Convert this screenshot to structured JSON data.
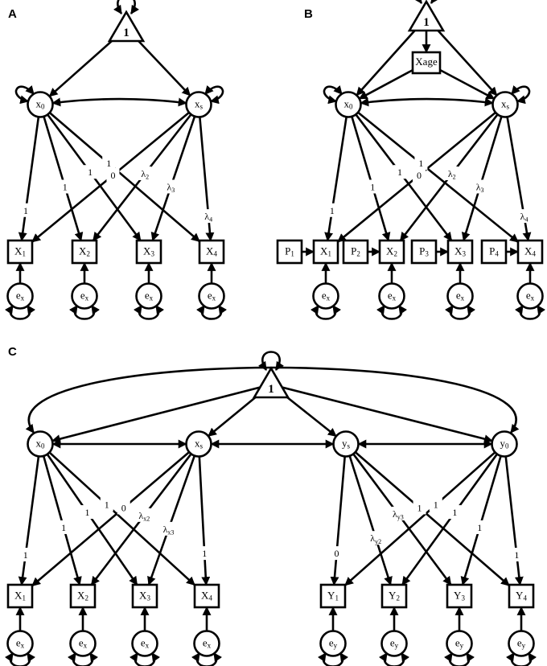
{
  "panels": {
    "a": "A",
    "b": "B",
    "c": "C"
  },
  "nodes": {
    "one": "1",
    "x0": {
      "base": "x",
      "sub": "0"
    },
    "xs": {
      "base": "x",
      "sub": "s"
    },
    "ys": {
      "base": "y",
      "sub": "s"
    },
    "y0": {
      "base": "y",
      "sub": "0"
    },
    "xage": "Xage",
    "X": [
      {
        "base": "X",
        "sub": "1"
      },
      {
        "base": "X",
        "sub": "2"
      },
      {
        "base": "X",
        "sub": "3"
      },
      {
        "base": "X",
        "sub": "4"
      }
    ],
    "Y": [
      {
        "base": "Y",
        "sub": "1"
      },
      {
        "base": "Y",
        "sub": "2"
      },
      {
        "base": "Y",
        "sub": "3"
      },
      {
        "base": "Y",
        "sub": "4"
      }
    ],
    "P": [
      {
        "base": "P",
        "sub": "1"
      },
      {
        "base": "P",
        "sub": "2"
      },
      {
        "base": "P",
        "sub": "3"
      },
      {
        "base": "P",
        "sub": "4"
      }
    ],
    "ex": {
      "base": "e",
      "sub": "x"
    },
    "ey": {
      "base": "e",
      "sub": "y"
    }
  },
  "loadings": {
    "intercept": [
      "1",
      "1",
      "1",
      "1"
    ],
    "slope_x": [
      "0",
      {
        "base": "λ",
        "sub": "2"
      },
      {
        "base": "λ",
        "sub": "3"
      },
      {
        "base": "λ",
        "sub": "4"
      }
    ],
    "slope_xc": [
      "0",
      {
        "base": "λ",
        "sub": "x2"
      },
      {
        "base": "λ",
        "sub": "x3"
      },
      "1"
    ],
    "slope_yc": [
      "0",
      {
        "base": "λ",
        "sub": "y2"
      },
      {
        "base": "λ",
        "sub": "y3"
      },
      "1"
    ]
  }
}
